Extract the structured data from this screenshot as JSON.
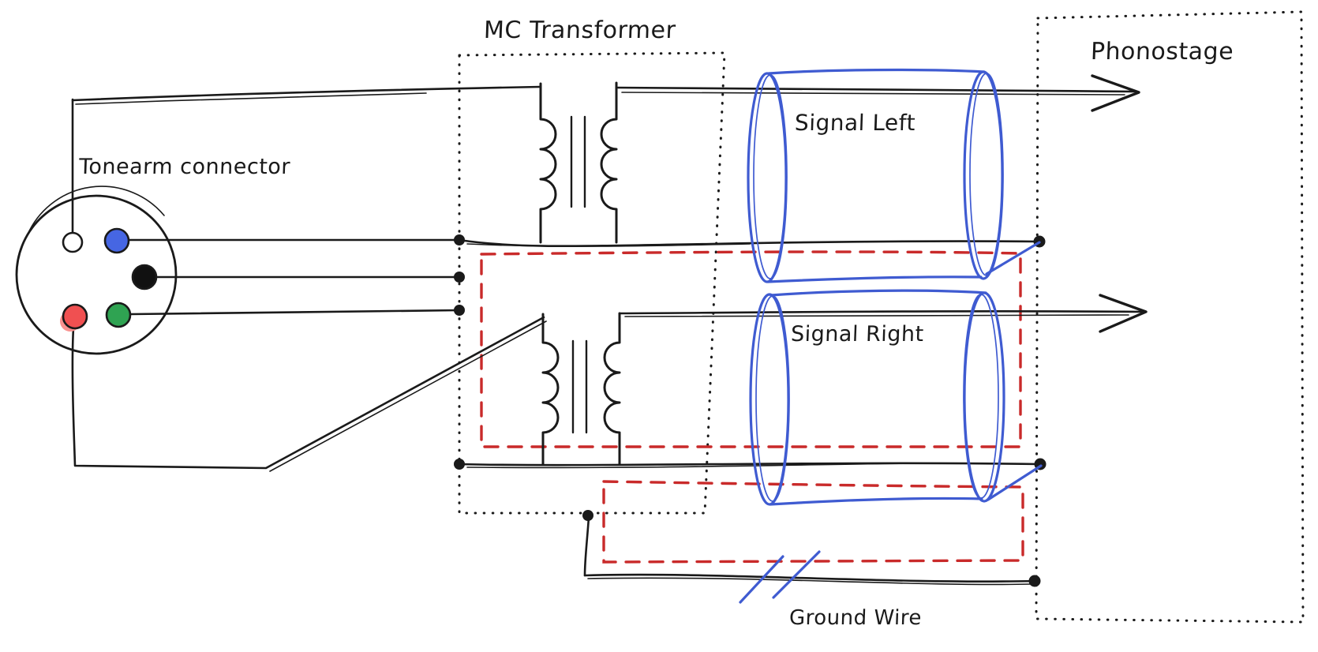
{
  "labels": {
    "tonearm_connector": "Tonearm connector",
    "mc_transformer": "MC Transformer",
    "phonostage": "Phonostage",
    "signal_left": "Signal Left",
    "signal_right": "Signal Right",
    "ground_wire": "Ground Wire"
  },
  "connector_pins": [
    "white",
    "blue",
    "black",
    "red",
    "green"
  ],
  "colors": {
    "ink": "#1a1a1a",
    "cable_blue": "#3f5bd1",
    "shield_red": "#c92a2a",
    "pin_blue": "#4666e3",
    "pin_black": "#111111",
    "pin_red": "#f05051",
    "pin_red_shadow": "#f9918f",
    "pin_green": "#2fa352",
    "pin_white": "#ffffff"
  }
}
